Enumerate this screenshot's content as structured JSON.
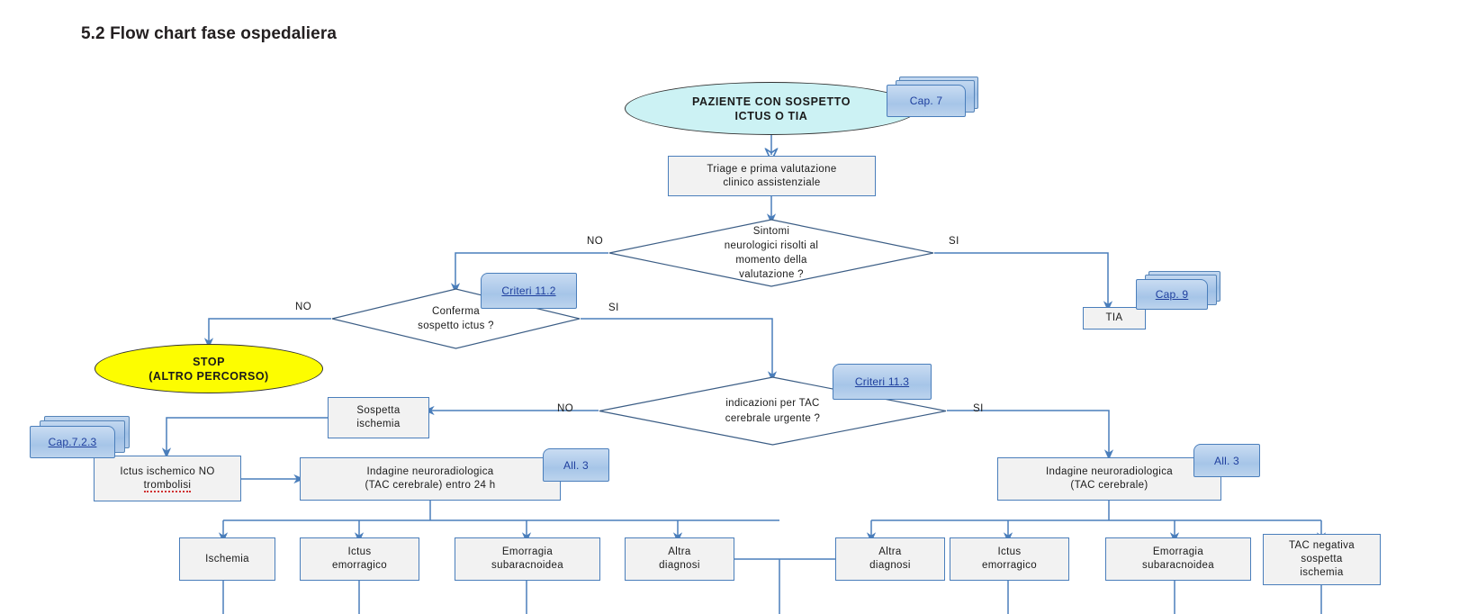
{
  "page": {
    "title": "5.2 Flow chart fase ospedaliera"
  },
  "theme": {
    "process_fill": "#f2f2f2",
    "process_border": "#4a7ebb",
    "start_oval_fill": "#ccf2f4",
    "stop_oval_fill": "#fdfd00",
    "note_fill": "#a6c5e8",
    "note_border": "#4a7ebb",
    "note_text": "#1f3f9e",
    "connector": "#4a7ebb"
  },
  "chart_data": {
    "type": "diagram",
    "title": "5.2 Flow chart fase ospedaliera",
    "nodes": [
      {
        "id": "start",
        "shape": "oval",
        "label": "PAZIENTE CON SOSPETTO ICTUS O TIA"
      },
      {
        "id": "triage",
        "shape": "process",
        "label": "Triage e prima valutazione clinico assistenziale"
      },
      {
        "id": "d1",
        "shape": "decision",
        "label": "Sintomi neurologici risolti al momento della valutazione ?"
      },
      {
        "id": "tia",
        "shape": "process",
        "label": "TIA"
      },
      {
        "id": "d2",
        "shape": "decision",
        "label": "Conferma sospetto ictus ?"
      },
      {
        "id": "stop",
        "shape": "oval",
        "label": "STOP (ALTRO PERCORSO)"
      },
      {
        "id": "d3",
        "shape": "decision",
        "label": "indicazioni per TAC cerebrale urgente  ?"
      },
      {
        "id": "sospetta",
        "shape": "process",
        "label": "Sospetta ischemia"
      },
      {
        "id": "ictus-no-trombo",
        "shape": "process",
        "label": "Ictus ischemico NO trombolisi"
      },
      {
        "id": "tac-24h",
        "shape": "process",
        "label": "Indagine neuroradiologica (TAC cerebrale) entro 24 h"
      },
      {
        "id": "tac-urgente",
        "shape": "process",
        "label": "Indagine neuroradiologica (TAC cerebrale)"
      },
      {
        "id": "ischemia",
        "shape": "process",
        "label": "Ischemia"
      },
      {
        "id": "ictus-emo-l",
        "shape": "process",
        "label": "Ictus emorragico"
      },
      {
        "id": "esa-l",
        "shape": "process",
        "label": "Emorragia subaracnoidea"
      },
      {
        "id": "altra-l",
        "shape": "process",
        "label": "Altra diagnosi"
      },
      {
        "id": "altra-r",
        "shape": "process",
        "label": "Altra diagnosi"
      },
      {
        "id": "ictus-emo-r",
        "shape": "process",
        "label": "Ictus emorragico"
      },
      {
        "id": "esa-r",
        "shape": "process",
        "label": "Emorragia subaracnoidea"
      },
      {
        "id": "tac-negativa",
        "shape": "process",
        "label": "TAC negativa sospetta ischemia"
      }
    ],
    "notes": [
      {
        "id": "cap7",
        "label": "Cap. 7",
        "link": false
      },
      {
        "id": "cap9",
        "label": "Cap. 9",
        "link": true
      },
      {
        "id": "cri112",
        "label": "Criteri 11.2",
        "link": true
      },
      {
        "id": "cri113",
        "label": "Criteri 11.3",
        "link": true
      },
      {
        "id": "cap723",
        "label": "Cap.7.2.3",
        "link": true
      },
      {
        "id": "all3a",
        "label": "All. 3",
        "link": false
      },
      {
        "id": "all3b",
        "label": "All. 3",
        "link": false
      }
    ],
    "edge_labels": [
      {
        "id": "d1-no",
        "label": "NO"
      },
      {
        "id": "d1-si",
        "label": "SI"
      },
      {
        "id": "d2-no",
        "label": "NO"
      },
      {
        "id": "d2-si",
        "label": "SI"
      },
      {
        "id": "d3-no",
        "label": "NO"
      },
      {
        "id": "d3-si",
        "label": "SI"
      }
    ]
  },
  "nodes": {
    "start": {
      "line1": "PAZIENTE CON SOSPETTO",
      "line2": "ICTUS O TIA"
    },
    "triage": {
      "line1": "Triage e prima valutazione",
      "line2": "clinico assistenziale"
    },
    "d1": {
      "line1": "Sintomi",
      "line2": "neurologici risolti al",
      "line3": "momento della",
      "line4": "valutazione  ?"
    },
    "tia": {
      "label": "TIA"
    },
    "d2": {
      "line1": "Conferma",
      "line2": "sospetto ictus ?"
    },
    "stop": {
      "line1": "STOP",
      "line2": "(ALTRO PERCORSO)"
    },
    "d3": {
      "line1": "indicazioni per TAC",
      "line2": "cerebrale urgente  ?"
    },
    "sospetta": {
      "line1": "Sospetta",
      "line2": "ischemia"
    },
    "ictus_no_trombolisi": {
      "line1": "Ictus ischemico NO",
      "line2": "trombolisi"
    },
    "tac_24h": {
      "line1": "Indagine  neuroradiologica",
      "line2": "(TAC cerebrale) entro  24 h"
    },
    "tac_urg": {
      "line1": "Indagine  neuroradiologica",
      "line2": "(TAC cerebrale)"
    },
    "ischemia": {
      "line1": "Ischemia"
    },
    "ictus_emo_l": {
      "line1": "Ictus",
      "line2": "emorragico"
    },
    "esa_l": {
      "line1": "Emorragia",
      "line2": "subaracnoidea"
    },
    "altra_l": {
      "line1": "Altra",
      "line2": "diagnosi"
    },
    "altra_r": {
      "line1": "Altra",
      "line2": "diagnosi"
    },
    "ictus_emo_r": {
      "line1": "Ictus",
      "line2": "emorragico"
    },
    "esa_r": {
      "line1": "Emorragia",
      "line2": "subaracnoidea"
    },
    "tac_neg": {
      "line1": "TAC negativa",
      "line2": "sospetta",
      "line3": "ischemia"
    }
  },
  "notes": {
    "cap7": {
      "label": "Cap. 7"
    },
    "cap9": {
      "label": "Cap. 9"
    },
    "cri112": {
      "label": "Criteri 11.2"
    },
    "cri113": {
      "label": "Criteri 11.3"
    },
    "cap723": {
      "label": "Cap.7.2.3"
    },
    "all3a": {
      "label": "All. 3"
    },
    "all3b": {
      "label": "All. 3"
    }
  },
  "edges": {
    "d1_no": "NO",
    "d1_si": "SI",
    "d2_no": "NO",
    "d2_si": "SI",
    "d3_no": "NO",
    "d3_si": "SI"
  }
}
